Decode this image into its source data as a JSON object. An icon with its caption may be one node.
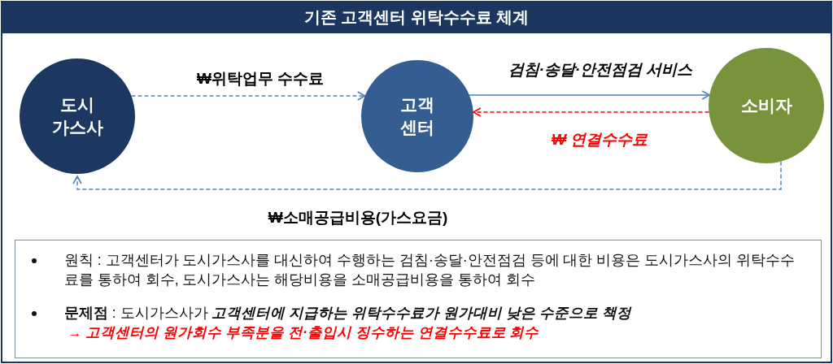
{
  "diagram": {
    "title": "기존 고객센터 위탁수수료 체계",
    "nodes": [
      {
        "text": [
          "도시 가스사"
        ]
      },
      {
        "text": [
          "고객 센터"
        ]
      },
      {
        "text": [
          "소비자"
        ]
      },
      {
        "text": [
          "원칙 : 고객센터가 도시가스사를 대신하여 수행하는 검침·송달·안전점검 등에 대한 비용은 도시가스사의 위탁수수료를 통하여 회수, 도시가스사는 해당비용을 소매공급비용을 통하여 회수",
          "**문제점** : 도시가스사가 *고객센터에 지급하는 위탁수수료가 원가대비 낮은 수준으로 책정*",
          "→ 고객센터의 원가회수 부족분을 전·출입시 징수하는 연결수수료로 회수"
        ]
      }
    ],
    "edges": [
      {
        "from": 0,
        "to": 1,
        "arrow": "to",
        "label": "₩위탁업무 수수료",
        "style": "dashed"
      },
      {
        "from": 1,
        "to": 2,
        "arrow": "to",
        "label": "검침·송달·안전점검 서비스"
      },
      {
        "from": 2,
        "to": 1,
        "arrow": "to",
        "label": "₩ 연결수수료",
        "style": "dashed",
        "color": "#ff0000"
      },
      {
        "from": 2,
        "to": 0,
        "arrow": "to",
        "label": "₩소매공급비용(가스요금)",
        "style": "dashed"
      }
    ]
  }
}
